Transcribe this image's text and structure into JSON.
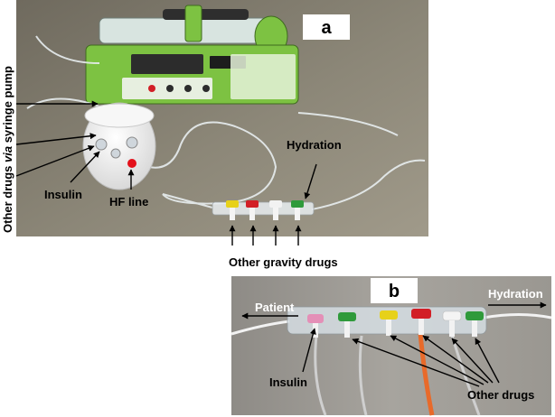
{
  "panel_a": {
    "letter": "a",
    "labels": {
      "side": "Other drugs via syringe pump",
      "side_prefix": "Other drugs ",
      "side_italic": "via",
      "side_suffix": " syringe pump",
      "insulin": "Insulin",
      "hf_line": "HF line",
      "hydration": "Hydration",
      "gravity": "Other gravity drugs"
    }
  },
  "panel_b": {
    "letter": "b",
    "labels": {
      "patient": "Patient",
      "hydration": "Hydration",
      "insulin": "Insulin",
      "other_drugs": "Other drugs"
    }
  },
  "colors": {
    "pump_green": "#7dc242",
    "stopcock_yellow": "#e7d11a",
    "stopcock_red": "#d21f26",
    "stopcock_white": "#f2f2f2",
    "stopcock_green": "#2f9a3b",
    "stopcock_pink": "#e48fb7",
    "hf_red": "#e3101a"
  }
}
